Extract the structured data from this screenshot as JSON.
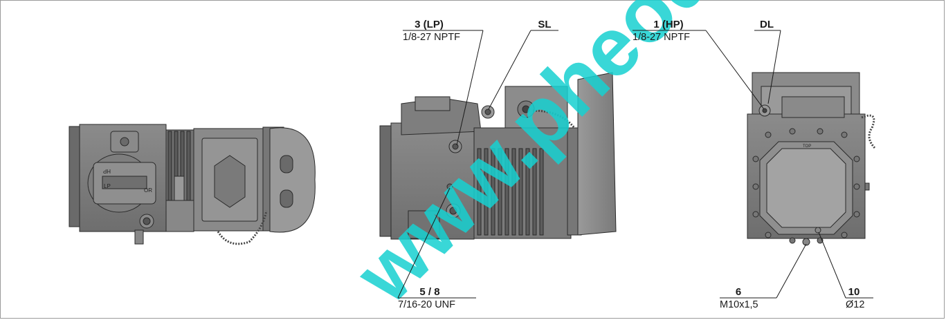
{
  "callouts": {
    "lp": {
      "id": "3 (LP)",
      "spec": "1/8-27 NPTF"
    },
    "sl": {
      "id": "SL"
    },
    "hp": {
      "id": "1 (HP)",
      "spec": "1/8-27 NPTF"
    },
    "dl": {
      "id": "DL"
    },
    "oil": {
      "id": "5 / 8",
      "spec": "7/16-20 UNF"
    },
    "m10": {
      "id": "6",
      "spec": "M10x1,5"
    },
    "d12": {
      "id": "10",
      "spec": "Ø12"
    }
  },
  "components": {
    "top_view_cover_marks": [
      "HP",
      "LP",
      "OR"
    ],
    "end_view_mark": "TOP"
  },
  "watermark": "www.pheod.c",
  "colors": {
    "line": "#1a1a1a",
    "body": "#7d7d7d",
    "dark": "#5e5e5e",
    "light": "#a9a9a9",
    "watermark": "#17d1d1"
  }
}
